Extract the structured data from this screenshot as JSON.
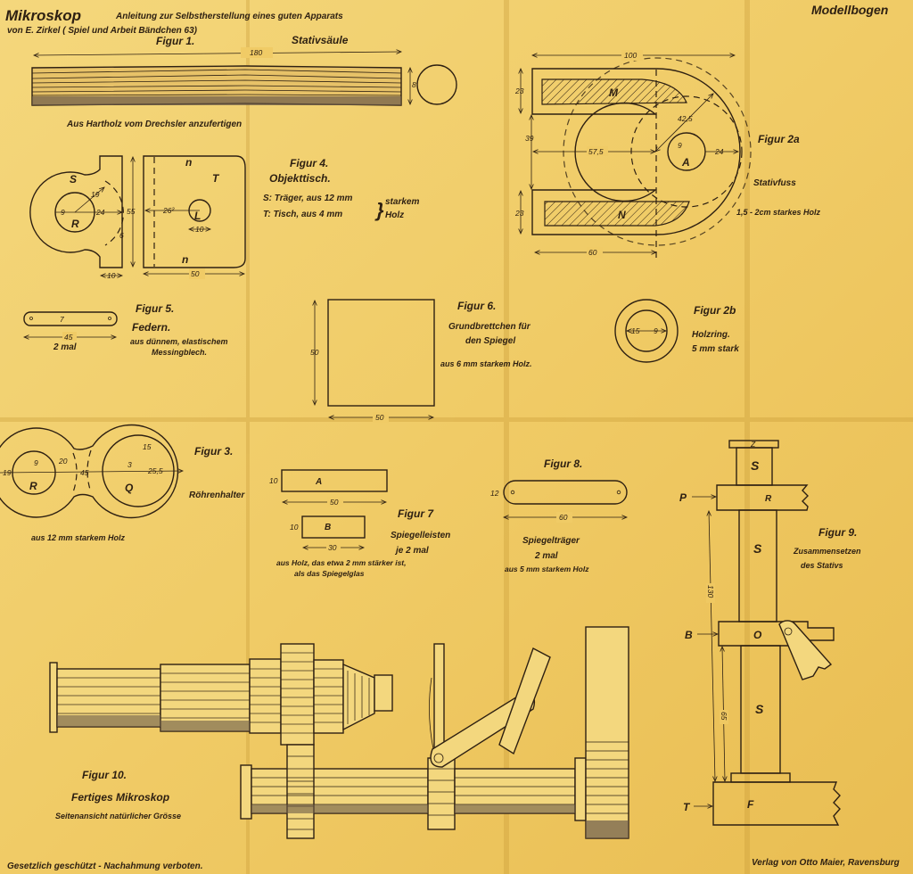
{
  "header": {
    "title": "Mikroskop",
    "subtitle": "Anleitung zur Selbstherstellung eines guten Apparats",
    "author_line": "von E. Zirkel ( Spiel und Arbeit Bändchen 63)",
    "series": "Modellbogen"
  },
  "fig1": {
    "label": "Figur 1.",
    "name": "Stativsäule",
    "dim_length": "180",
    "dim_diameter": "8",
    "note": "Aus Hartholz vom Drechsler anzufertigen"
  },
  "fig4": {
    "label": "Figur 4.",
    "name": "Objekttisch.",
    "line_s": "S: Träger, aus 12 mm",
    "line_t": "T: Tisch, aus 4 mm",
    "brace1": "starkem",
    "brace2": "Holz",
    "part_s": "S",
    "part_r": "R",
    "part_t": "T",
    "part_l": "L",
    "mark_n": "n",
    "dim_9": "9",
    "dim_24": "24",
    "dim_19": "19",
    "dim_55": "55",
    "dim_6": "6",
    "dim_10a": "10",
    "dim_262": "26²",
    "dim_10b": "10",
    "dim_50": "50"
  },
  "fig5": {
    "label": "Figur 5.",
    "name": "Federn.",
    "note1": "aus dünnem, elastischem",
    "note2": "Messingblech.",
    "dim_7": "7",
    "dim_45": "45",
    "qty": "2 mal"
  },
  "fig6": {
    "label": "Figur 6.",
    "name1": "Grundbrettchen für",
    "name2": "den Spiegel",
    "note": "aus 6 mm starkem Holz.",
    "dim_h": "50",
    "dim_w": "50"
  },
  "fig2a": {
    "label": "Figur 2a",
    "name": "Stativfuss",
    "note": "1,5 - 2cm starkes Holz",
    "part_m": "M",
    "part_n": "N",
    "part_a": "A",
    "dim_100": "100",
    "dim_23a": "23",
    "dim_39": "39",
    "dim_23b": "23",
    "dim_575": "57,5",
    "dim_425": "42,5",
    "dim_9": "9",
    "dim_24": "24",
    "dim_60": "60"
  },
  "fig2b": {
    "label": "Figur 2b",
    "name": "Holzring.",
    "note": "5 mm stark",
    "dim_15": "15",
    "dim_9": "9"
  },
  "fig3": {
    "label": "Figur 3.",
    "name": "Röhrenhalter",
    "note": "aus 12 mm starkem Holz",
    "part_r": "R",
    "part_q": "Q",
    "dim_19": "19",
    "dim_9": "9",
    "dim_20": "20",
    "dim_45": "45",
    "dim_15": "15",
    "dim_3": "3",
    "dim_255": "25,5"
  },
  "fig7": {
    "label": "Figur 7",
    "name": "Spiegelleisten",
    "qty": "je 2 mal",
    "note1": "aus Holz, das etwa 2 mm stärker ist,",
    "note2": "als das Spiegelglas",
    "part_a": "A",
    "part_b": "B",
    "dim_a_h": "10",
    "dim_a_w": "50",
    "dim_b_h": "10",
    "dim_b_w": "30"
  },
  "fig8": {
    "label": "Figur 8.",
    "name": "Spiegelträger",
    "qty": "2 mal",
    "note": "aus 5 mm starkem Holz",
    "dim_h": "12",
    "dim_w": "60"
  },
  "fig9": {
    "label": "Figur 9.",
    "name1": "Zusammensetzen",
    "name2": "des Stativs",
    "arrow_p": "P",
    "arrow_b": "B",
    "arrow_t": "T",
    "part_z": "Z",
    "part_s": "S",
    "part_r": "R",
    "part_o": "O",
    "part_f": "F",
    "dim_130": "130",
    "dim_65": "65"
  },
  "fig10": {
    "label": "Figur 10.",
    "name": "Fertiges Mikroskop",
    "note": "Seitenansicht natürlicher Grösse"
  },
  "footer": {
    "left": "Gesetzlich geschützt - Nachahmung verboten.",
    "right": "Verlag von Otto Maier, Ravensburg"
  },
  "colors": {
    "paper": "#efc862",
    "ink": "#2e2012"
  }
}
